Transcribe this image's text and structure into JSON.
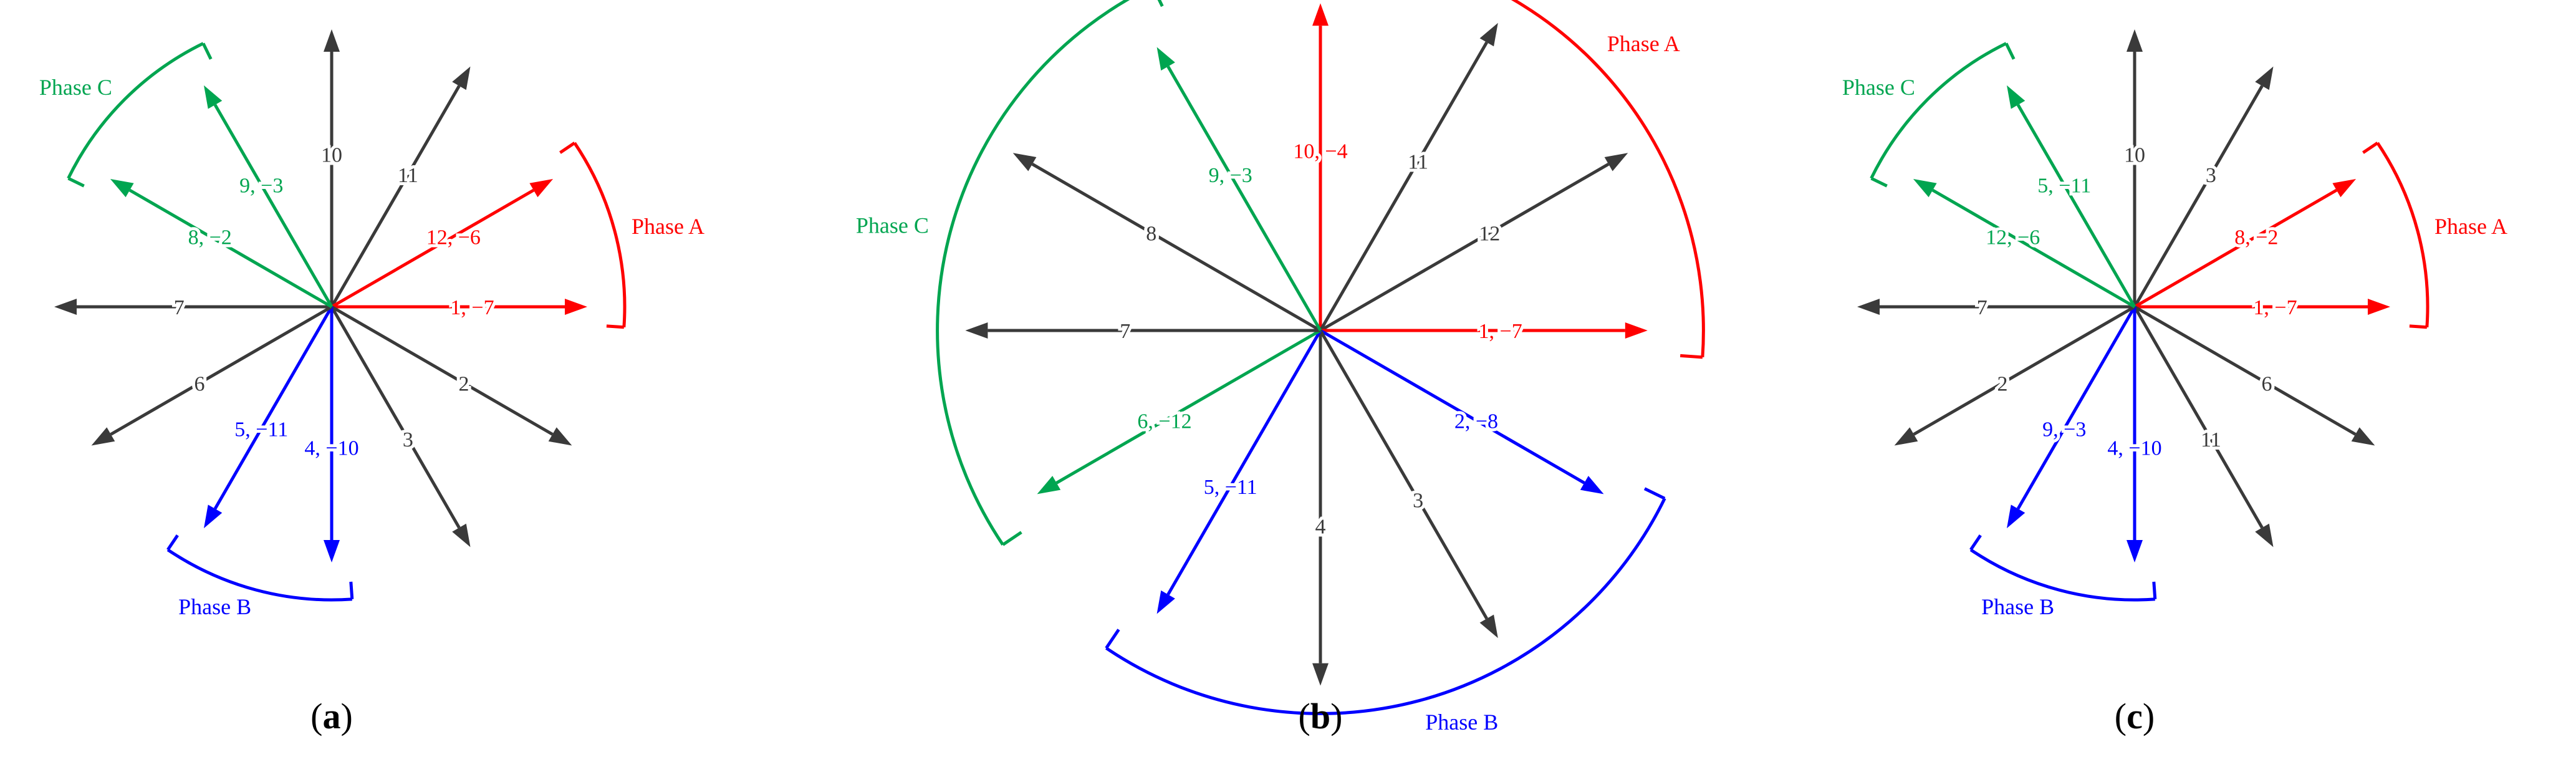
{
  "colors": {
    "gray": "#3a3a3a",
    "phase_a": "#ff0000",
    "phase_b": "#0000ff",
    "phase_c": "#00a550"
  },
  "diagrams": [
    {
      "caption": {
        "open": "(",
        "letter": "a",
        "close": ")"
      },
      "vectors": [
        {
          "label": "10",
          "angle_deg": 90,
          "phase": "neutral"
        },
        {
          "label": "11",
          "angle_deg": 60,
          "phase": "neutral"
        },
        {
          "label": "12, −6",
          "angle_deg": 30,
          "phase": "A"
        },
        {
          "label": "1, −7",
          "angle_deg": 0,
          "phase": "A"
        },
        {
          "label": "2",
          "angle_deg": -30,
          "phase": "neutral"
        },
        {
          "label": "3",
          "angle_deg": -60,
          "phase": "neutral"
        },
        {
          "label": "4, −10",
          "angle_deg": -90,
          "phase": "B"
        },
        {
          "label": "5, −11",
          "angle_deg": -120,
          "phase": "B"
        },
        {
          "label": "6",
          "angle_deg": -150,
          "phase": "neutral"
        },
        {
          "label": "7",
          "angle_deg": 180,
          "phase": "neutral"
        },
        {
          "label": "8, −2",
          "angle_deg": 150,
          "phase": "C"
        },
        {
          "label": "9, −3",
          "angle_deg": 120,
          "phase": "C"
        }
      ],
      "phase_labels": {
        "A": "Phase A",
        "B": "Phase B",
        "C": "Phase C"
      }
    },
    {
      "caption": {
        "open": "(",
        "letter": "b",
        "close": ")"
      },
      "vectors": [
        {
          "label": "10, −4",
          "angle_deg": 90,
          "phase": "A"
        },
        {
          "label": "11",
          "angle_deg": 60,
          "phase": "neutral"
        },
        {
          "label": "12",
          "angle_deg": 30,
          "phase": "neutral"
        },
        {
          "label": "1, −7",
          "angle_deg": 0,
          "phase": "A"
        },
        {
          "label": "2, −8",
          "angle_deg": -30,
          "phase": "B"
        },
        {
          "label": "3",
          "angle_deg": -60,
          "phase": "neutral"
        },
        {
          "label": "4",
          "angle_deg": -90,
          "phase": "neutral"
        },
        {
          "label": "5, −11",
          "angle_deg": -120,
          "phase": "B"
        },
        {
          "label": "6, −12",
          "angle_deg": -150,
          "phase": "C"
        },
        {
          "label": "7",
          "angle_deg": 180,
          "phase": "neutral"
        },
        {
          "label": "8",
          "angle_deg": 150,
          "phase": "neutral"
        },
        {
          "label": "9, −3",
          "angle_deg": 120,
          "phase": "C"
        }
      ],
      "phase_labels": {
        "A": "Phase A",
        "B": "Phase B",
        "C": "Phase C"
      }
    },
    {
      "caption": {
        "open": "(",
        "letter": "c",
        "close": ")"
      },
      "vectors": [
        {
          "label": "10",
          "angle_deg": 90,
          "phase": "neutral"
        },
        {
          "label": "3",
          "angle_deg": 60,
          "phase": "neutral"
        },
        {
          "label": "8, −2",
          "angle_deg": 30,
          "phase": "A"
        },
        {
          "label": "1, −7",
          "angle_deg": 0,
          "phase": "A"
        },
        {
          "label": "6",
          "angle_deg": -30,
          "phase": "neutral"
        },
        {
          "label": "11",
          "angle_deg": -60,
          "phase": "neutral"
        },
        {
          "label": "4, −10",
          "angle_deg": -90,
          "phase": "B"
        },
        {
          "label": "9, −3",
          "angle_deg": -120,
          "phase": "B"
        },
        {
          "label": "2",
          "angle_deg": -150,
          "phase": "neutral"
        },
        {
          "label": "7",
          "angle_deg": 180,
          "phase": "neutral"
        },
        {
          "label": "12, −6",
          "angle_deg": 150,
          "phase": "C"
        },
        {
          "label": "5, −11",
          "angle_deg": 120,
          "phase": "C"
        }
      ],
      "phase_labels": {
        "A": "Phase A",
        "B": "Phase B",
        "C": "Phase C"
      }
    }
  ]
}
